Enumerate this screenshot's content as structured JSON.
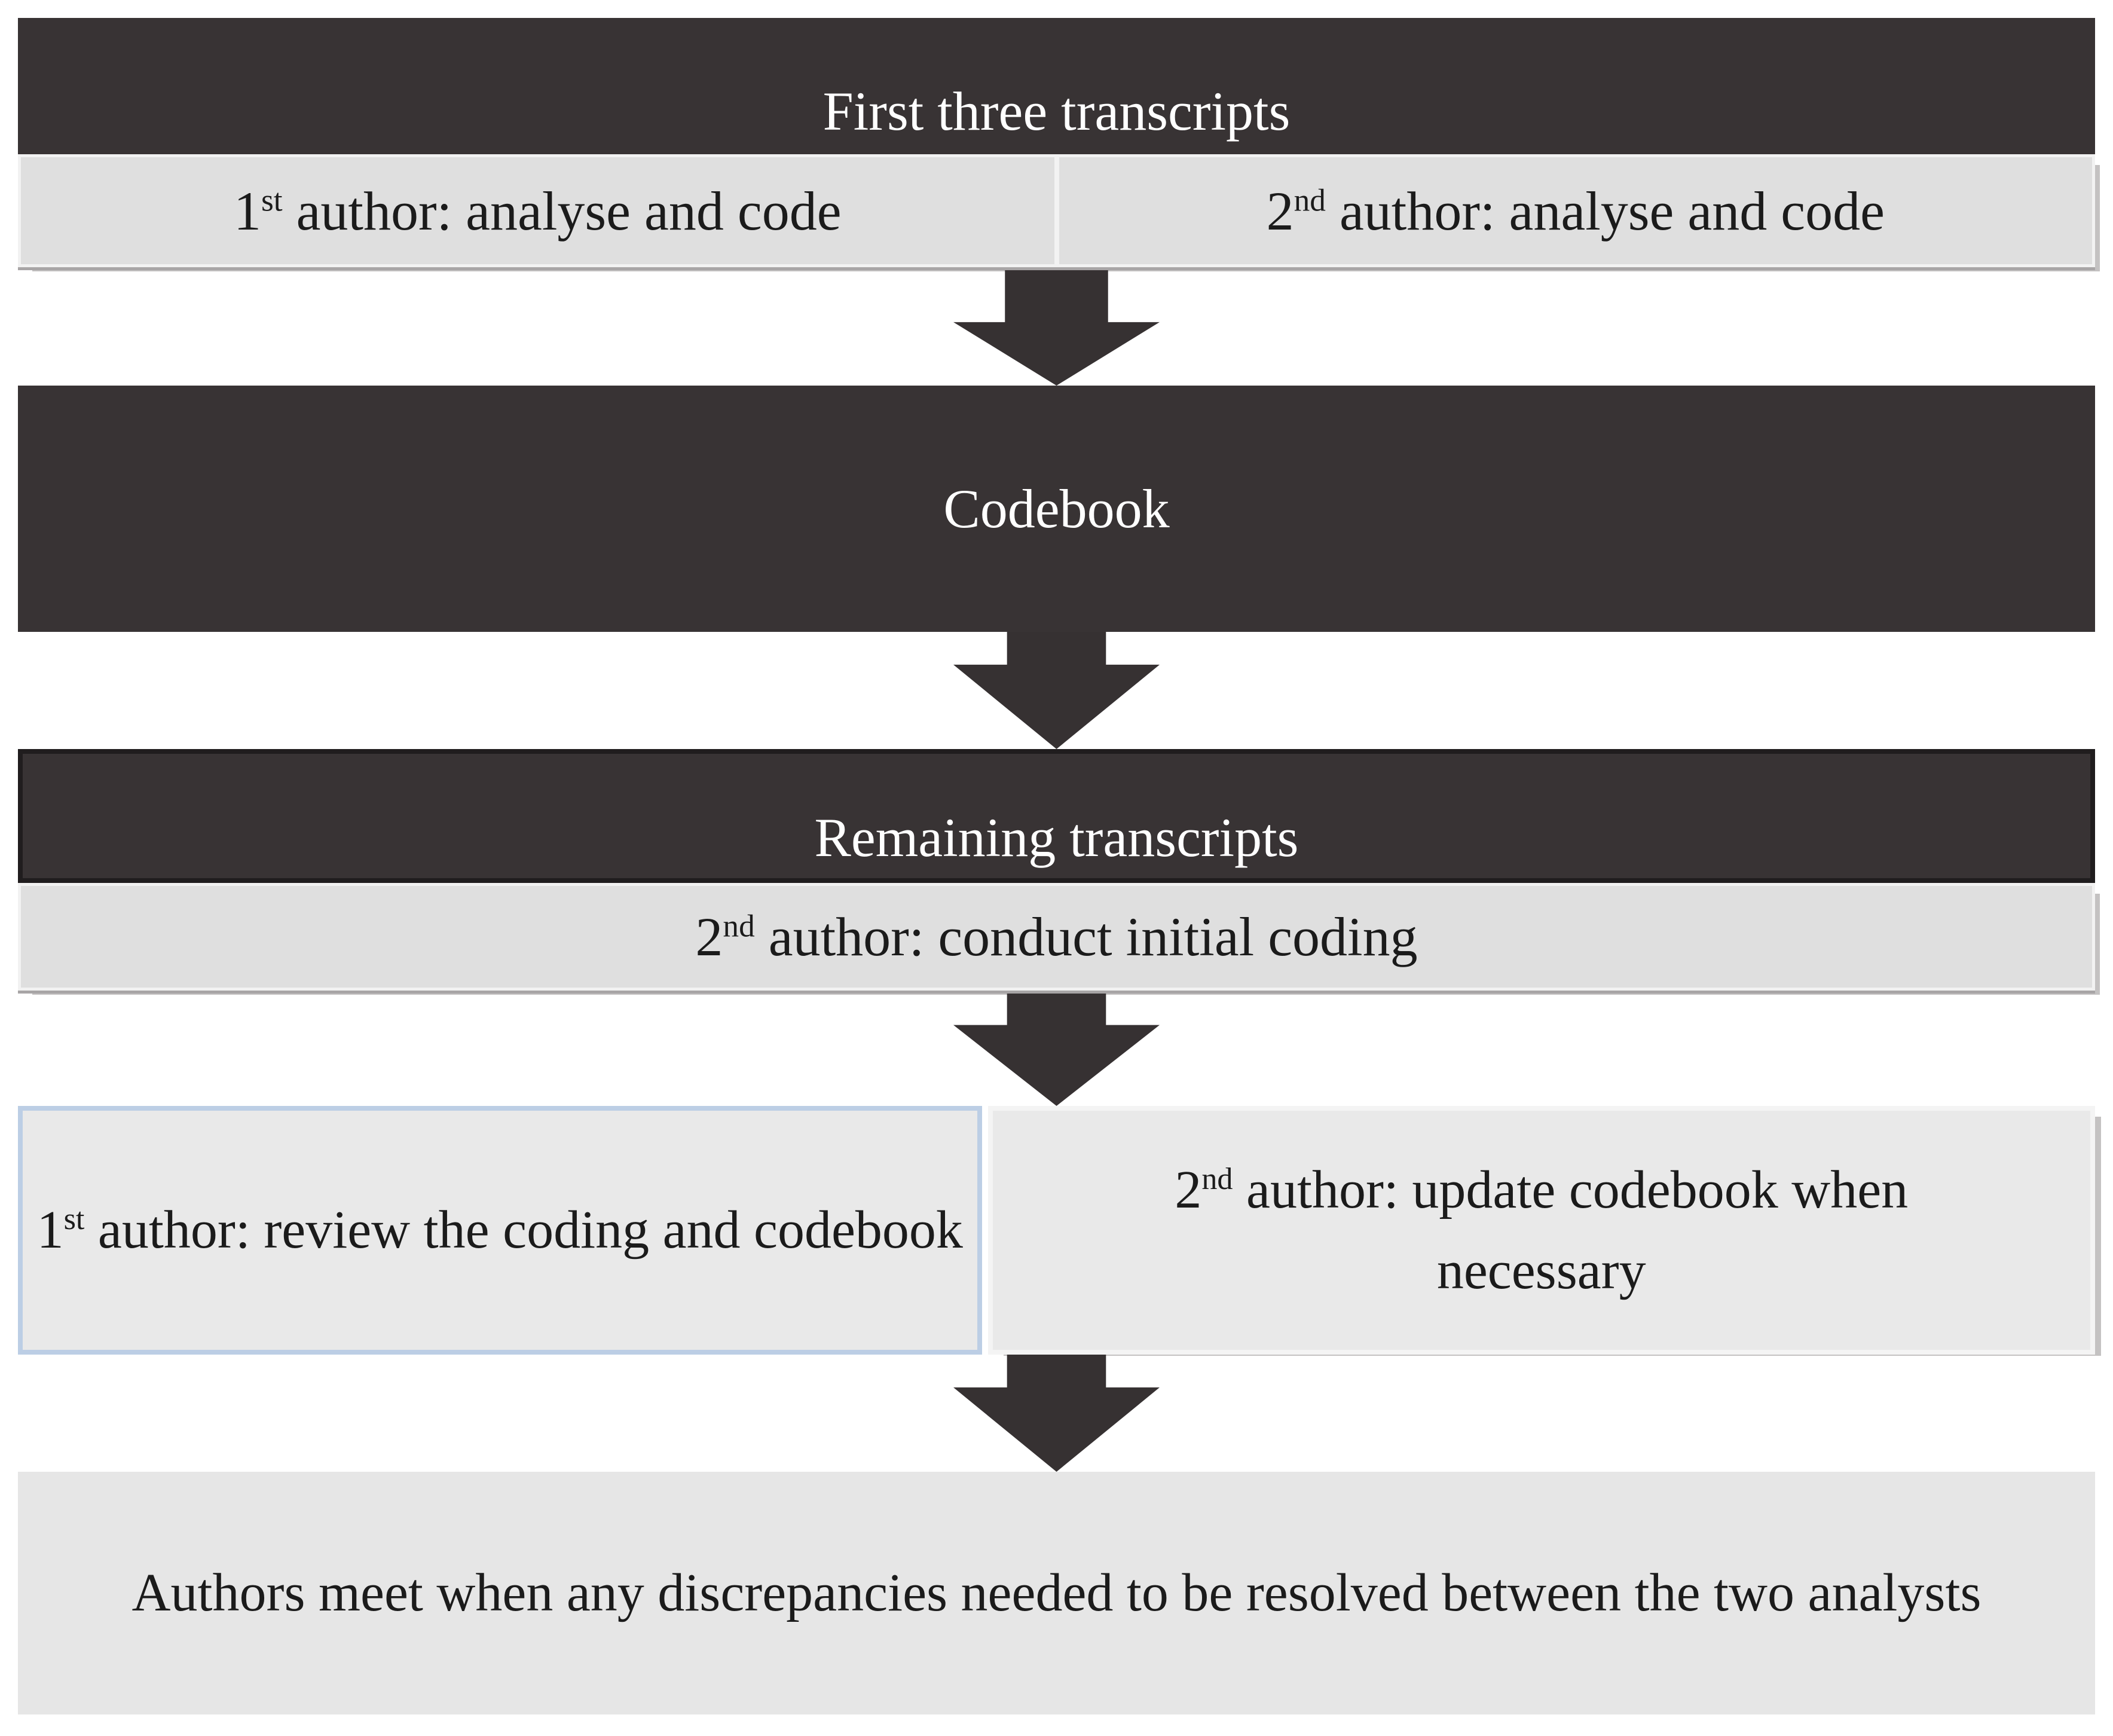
{
  "colors": {
    "dark": "#383334",
    "border_black": "#201d1e",
    "cell_fill": "#dfdfdf",
    "grid_line": "#f2f2f2",
    "hairline": "#a8a5a6",
    "box_fill": "#e9e9e9",
    "blue_border": "#bccee5",
    "white_border": "#f4f4f4",
    "bottom_fill": "#e6e6e6",
    "arrow": "#363132",
    "text_dark": "#1b1b1b",
    "text_light": "#ffffff"
  },
  "row1": {
    "header": "First three transcripts",
    "cells": [
      {
        "pre": "1",
        "sup": "st",
        "post": " author: analyse and code"
      },
      {
        "pre": "2",
        "sup": "nd",
        "post": " author: analyse and code"
      }
    ]
  },
  "codebook": {
    "label": "Codebook"
  },
  "remaining": {
    "header": "Remaining transcripts",
    "cell": {
      "pre": "2",
      "sup": "nd",
      "post": " author: conduct initial coding"
    }
  },
  "row4": {
    "left": {
      "pre": "1",
      "sup": "st",
      "post": " author: review the coding and codebook"
    },
    "right": {
      "pre": "2",
      "sup": "nd",
      "post": " author: update codebook when necessary"
    }
  },
  "bottom": {
    "label": "Authors meet when any discrepancies needed to be resolved between the two analysts"
  }
}
